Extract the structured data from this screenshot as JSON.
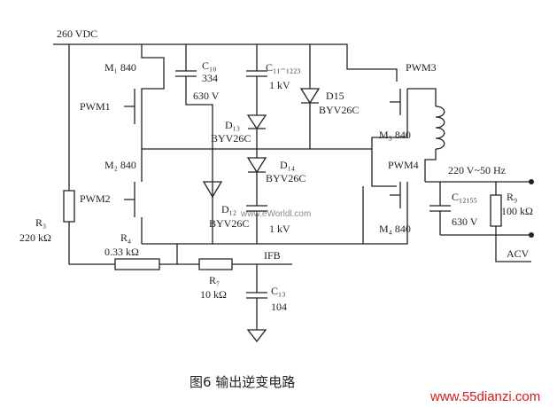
{
  "supply": "260 VDC",
  "transistors": {
    "m1": "M₁ 840",
    "m2": "M₂ 840",
    "m3": "M₃ 840",
    "m4": "M₄ 840"
  },
  "pwm": {
    "pwm1": "PWM1",
    "pwm2": "PWM2",
    "pwm3": "PWM3",
    "pwm4": "PWM4"
  },
  "capacitors": {
    "c10_name": "C₁₀",
    "c10_val1": "334",
    "c10_val2": "630 V",
    "c11_name": "C₁₁₋₁₂₂₃",
    "c11_val": "1 kV",
    "c12_val": "1 kV",
    "c13_name": "C₁₃",
    "c13_val": "104",
    "c12155_name": "C₁₂₁₅₅",
    "c12155_val": "630 V"
  },
  "diodes": {
    "d13_name": "D₁₃",
    "d13_type": "BYV26C",
    "d14_name": "D₁₄",
    "d14_type": "BYV26C",
    "d12_name": "D₁₂",
    "d12_type": "BYV26C",
    "d15_name": "D15",
    "d15_type": "BYV26C"
  },
  "resistors": {
    "r3_name": "R₃",
    "r3_val": "220 kΩ",
    "r4_name": "R₄",
    "r4_val": "0.33 kΩ",
    "r7_name": "R₇",
    "r7_val": "10 kΩ",
    "r9_name": "R₉",
    "r9_val": "100 kΩ"
  },
  "output": "220 V~50 Hz",
  "ifb": "IFB",
  "acv": "ACV",
  "caption": "图6   输出逆变电路",
  "watermark_center": "www.eWorldl.com",
  "watermark_corner": "www.55dianzi.com"
}
